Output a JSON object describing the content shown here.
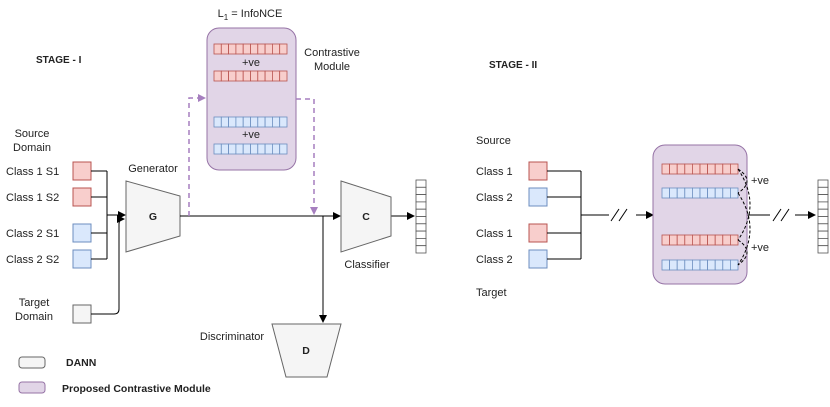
{
  "stage1": {
    "title": "STAGE - I",
    "source_domain_line1": "Source",
    "source_domain_line2": "Domain",
    "inputs": [
      "Class 1 S1",
      "Class 1 S2",
      "Class 2 S1",
      "Class 2 S2"
    ],
    "target_domain_line1": "Target",
    "target_domain_line2": "Domain",
    "generator_label": "Generator",
    "generator_letter": "G",
    "classifier_label": "Classifier",
    "classifier_letter": "C",
    "discriminator_label": "Discriminator",
    "discriminator_letter": "D",
    "loss_prefix": "L",
    "loss_sub": "1",
    "loss_suffix": " = InfoNCE",
    "contrastive_line1": "Contrastive",
    "contrastive_line2": "Module",
    "positive_1": "+ve",
    "positive_2": "+ve"
  },
  "stage2": {
    "title": "STAGE - II",
    "source_label": "Source",
    "inputs": [
      "Class 1",
      "Class 2",
      "Class 1",
      "Class 2"
    ],
    "target_label": "Target",
    "positive_1": "+ve",
    "positive_2": "+ve"
  },
  "legend": {
    "dann": "DANN",
    "contrastive": "Proposed Contrastive Module"
  },
  "colors": {
    "red_fill": "#f8cecc",
    "red_stroke": "#b85450",
    "blue_fill": "#dae8fc",
    "blue_stroke": "#6c8ebf",
    "purple_fill": "#e1d5e7",
    "purple_stroke": "#9673a6",
    "gray_fill": "#f5f5f5",
    "gray_stroke": "#666666"
  }
}
